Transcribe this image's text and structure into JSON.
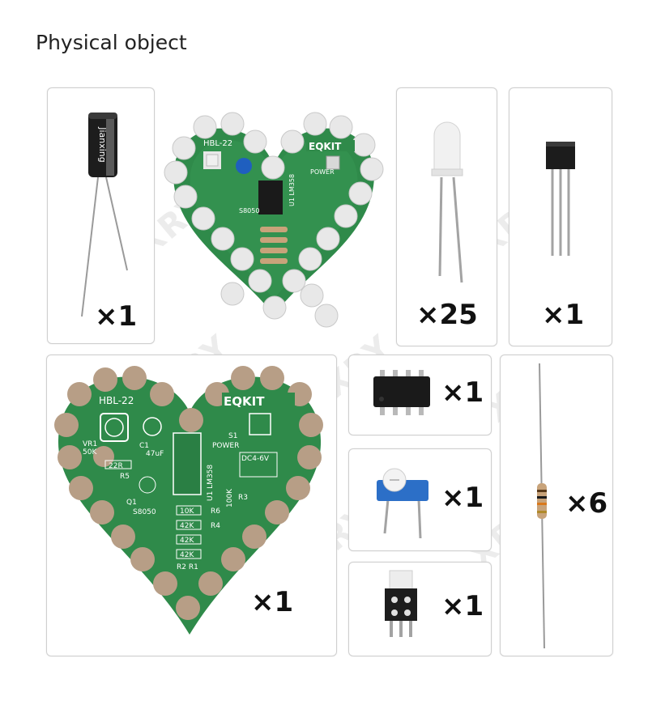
{
  "page": {
    "heading": "Physical object"
  },
  "watermark": "XRY",
  "colors": {
    "pcb": "#2f8a4a",
    "pcb_light": "#3d9d58",
    "copper": "#b79e86",
    "led": "#e7e7e7",
    "ic": "#1a1a1a",
    "resistor": "#c8a37a",
    "pot_blue": "#2c6fc7"
  },
  "items": {
    "capacitor": {
      "qty": "×1",
      "brand": "Jianxing"
    },
    "led": {
      "qty": "×25"
    },
    "transistor": {
      "qty": "×1"
    },
    "ic_chip": {
      "qty": "×1"
    },
    "potentiometer": {
      "qty": "×1"
    },
    "resistor": {
      "qty": "×6"
    },
    "switch": {
      "qty": "×1"
    },
    "heart_pcb": {
      "qty": "×1"
    }
  },
  "pcb_labels": {
    "board": "HBL-22",
    "brand": "EQKIT",
    "vr": "VR1",
    "vr_val": "50K",
    "cap": "C1",
    "cap_val": "47uF",
    "r5": "R5",
    "r5_val": "22R",
    "q1": "Q1",
    "q1_val": "S8050",
    "switch": "S1",
    "power": "POWER",
    "dc": "DC4-6V",
    "ic": "U1 LM358",
    "r3_val": "100K",
    "r3": "R3",
    "r6_val": "10K",
    "r6": "R6",
    "r4_val": "42K",
    "r4": "R4",
    "r2_val": "42K",
    "r1_val": "42K",
    "r2r1": "R2 R1"
  }
}
